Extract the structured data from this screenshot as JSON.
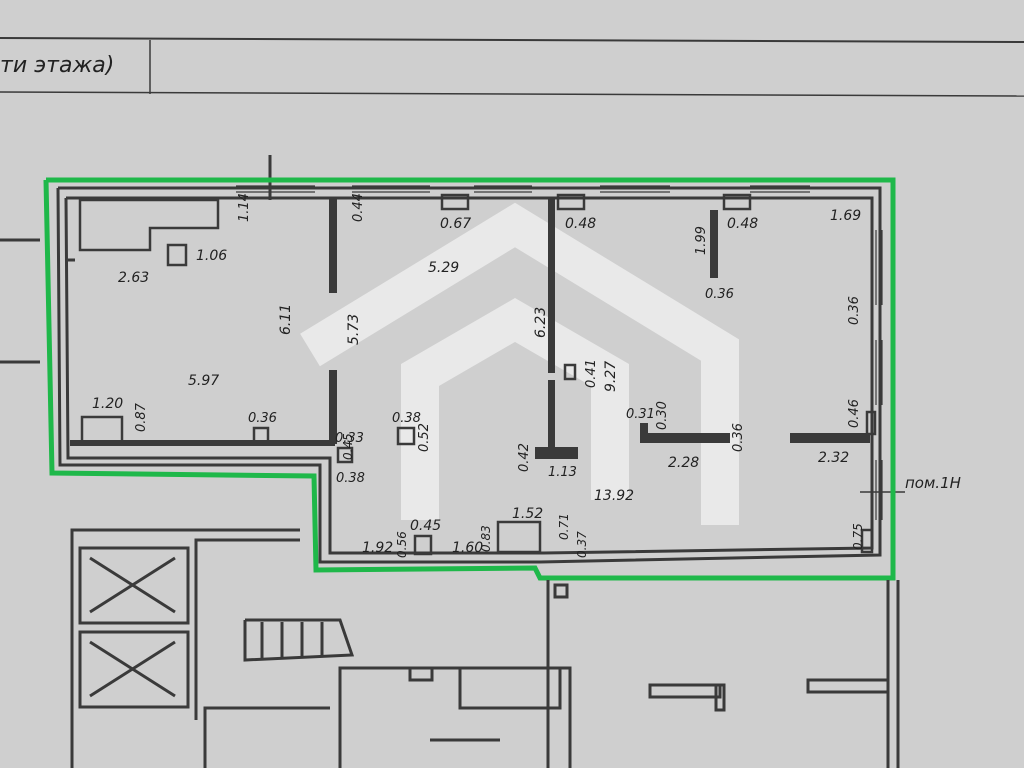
{
  "header": {
    "title_fragment": "ти этажа)"
  },
  "unit_label": "пом.1Н",
  "colors": {
    "paper": "#cfcfcf",
    "wall": "#3a3a3a",
    "outline": "#1fb84a",
    "watermark": "#ffffff"
  },
  "dimensions": {
    "d_1_14": "1.14",
    "d_0_44": "0.44",
    "d_0_67": "0.67",
    "d_0_48a": "0.48",
    "d_1_99": "1.99",
    "d_0_48b": "0.48",
    "d_1_69": "1.69",
    "d_1_06": "1.06",
    "d_2_63": "2.63",
    "d_5_29": "5.29",
    "d_0_36a": "0.36",
    "d_0_36b": "0.36",
    "d_6_11": "6.11",
    "d_5_73": "5.73",
    "d_6_23": "6.23",
    "d_5_97": "5.97",
    "d_0_41": "0.41",
    "d_9_27": "9.27",
    "d_1_20": "1.20",
    "d_0_87": "0.87",
    "d_0_36c": "0.36",
    "d_0_38a": "0.38",
    "d_0_52": "0.52",
    "d_0_31": "0.31",
    "d_0_30": "0.30",
    "d_0_36d": "0.36",
    "d_0_46": "0.46",
    "d_0_33": "0.33",
    "d_0_45a": "0.45",
    "d_0_38b": "0.38",
    "d_0_42": "0.42",
    "d_1_13": "1.13",
    "d_2_28": "2.28",
    "d_2_32": "2.32",
    "d_13_92": "13.92",
    "d_1_52": "1.52",
    "d_0_45b": "0.45",
    "d_1_92": "1.92",
    "d_0_56": "0.56",
    "d_1_60": "1.60",
    "d_0_83": "0.83",
    "d_0_71": "0.71",
    "d_0_37": "0.37",
    "d_0_75": "0.75"
  }
}
